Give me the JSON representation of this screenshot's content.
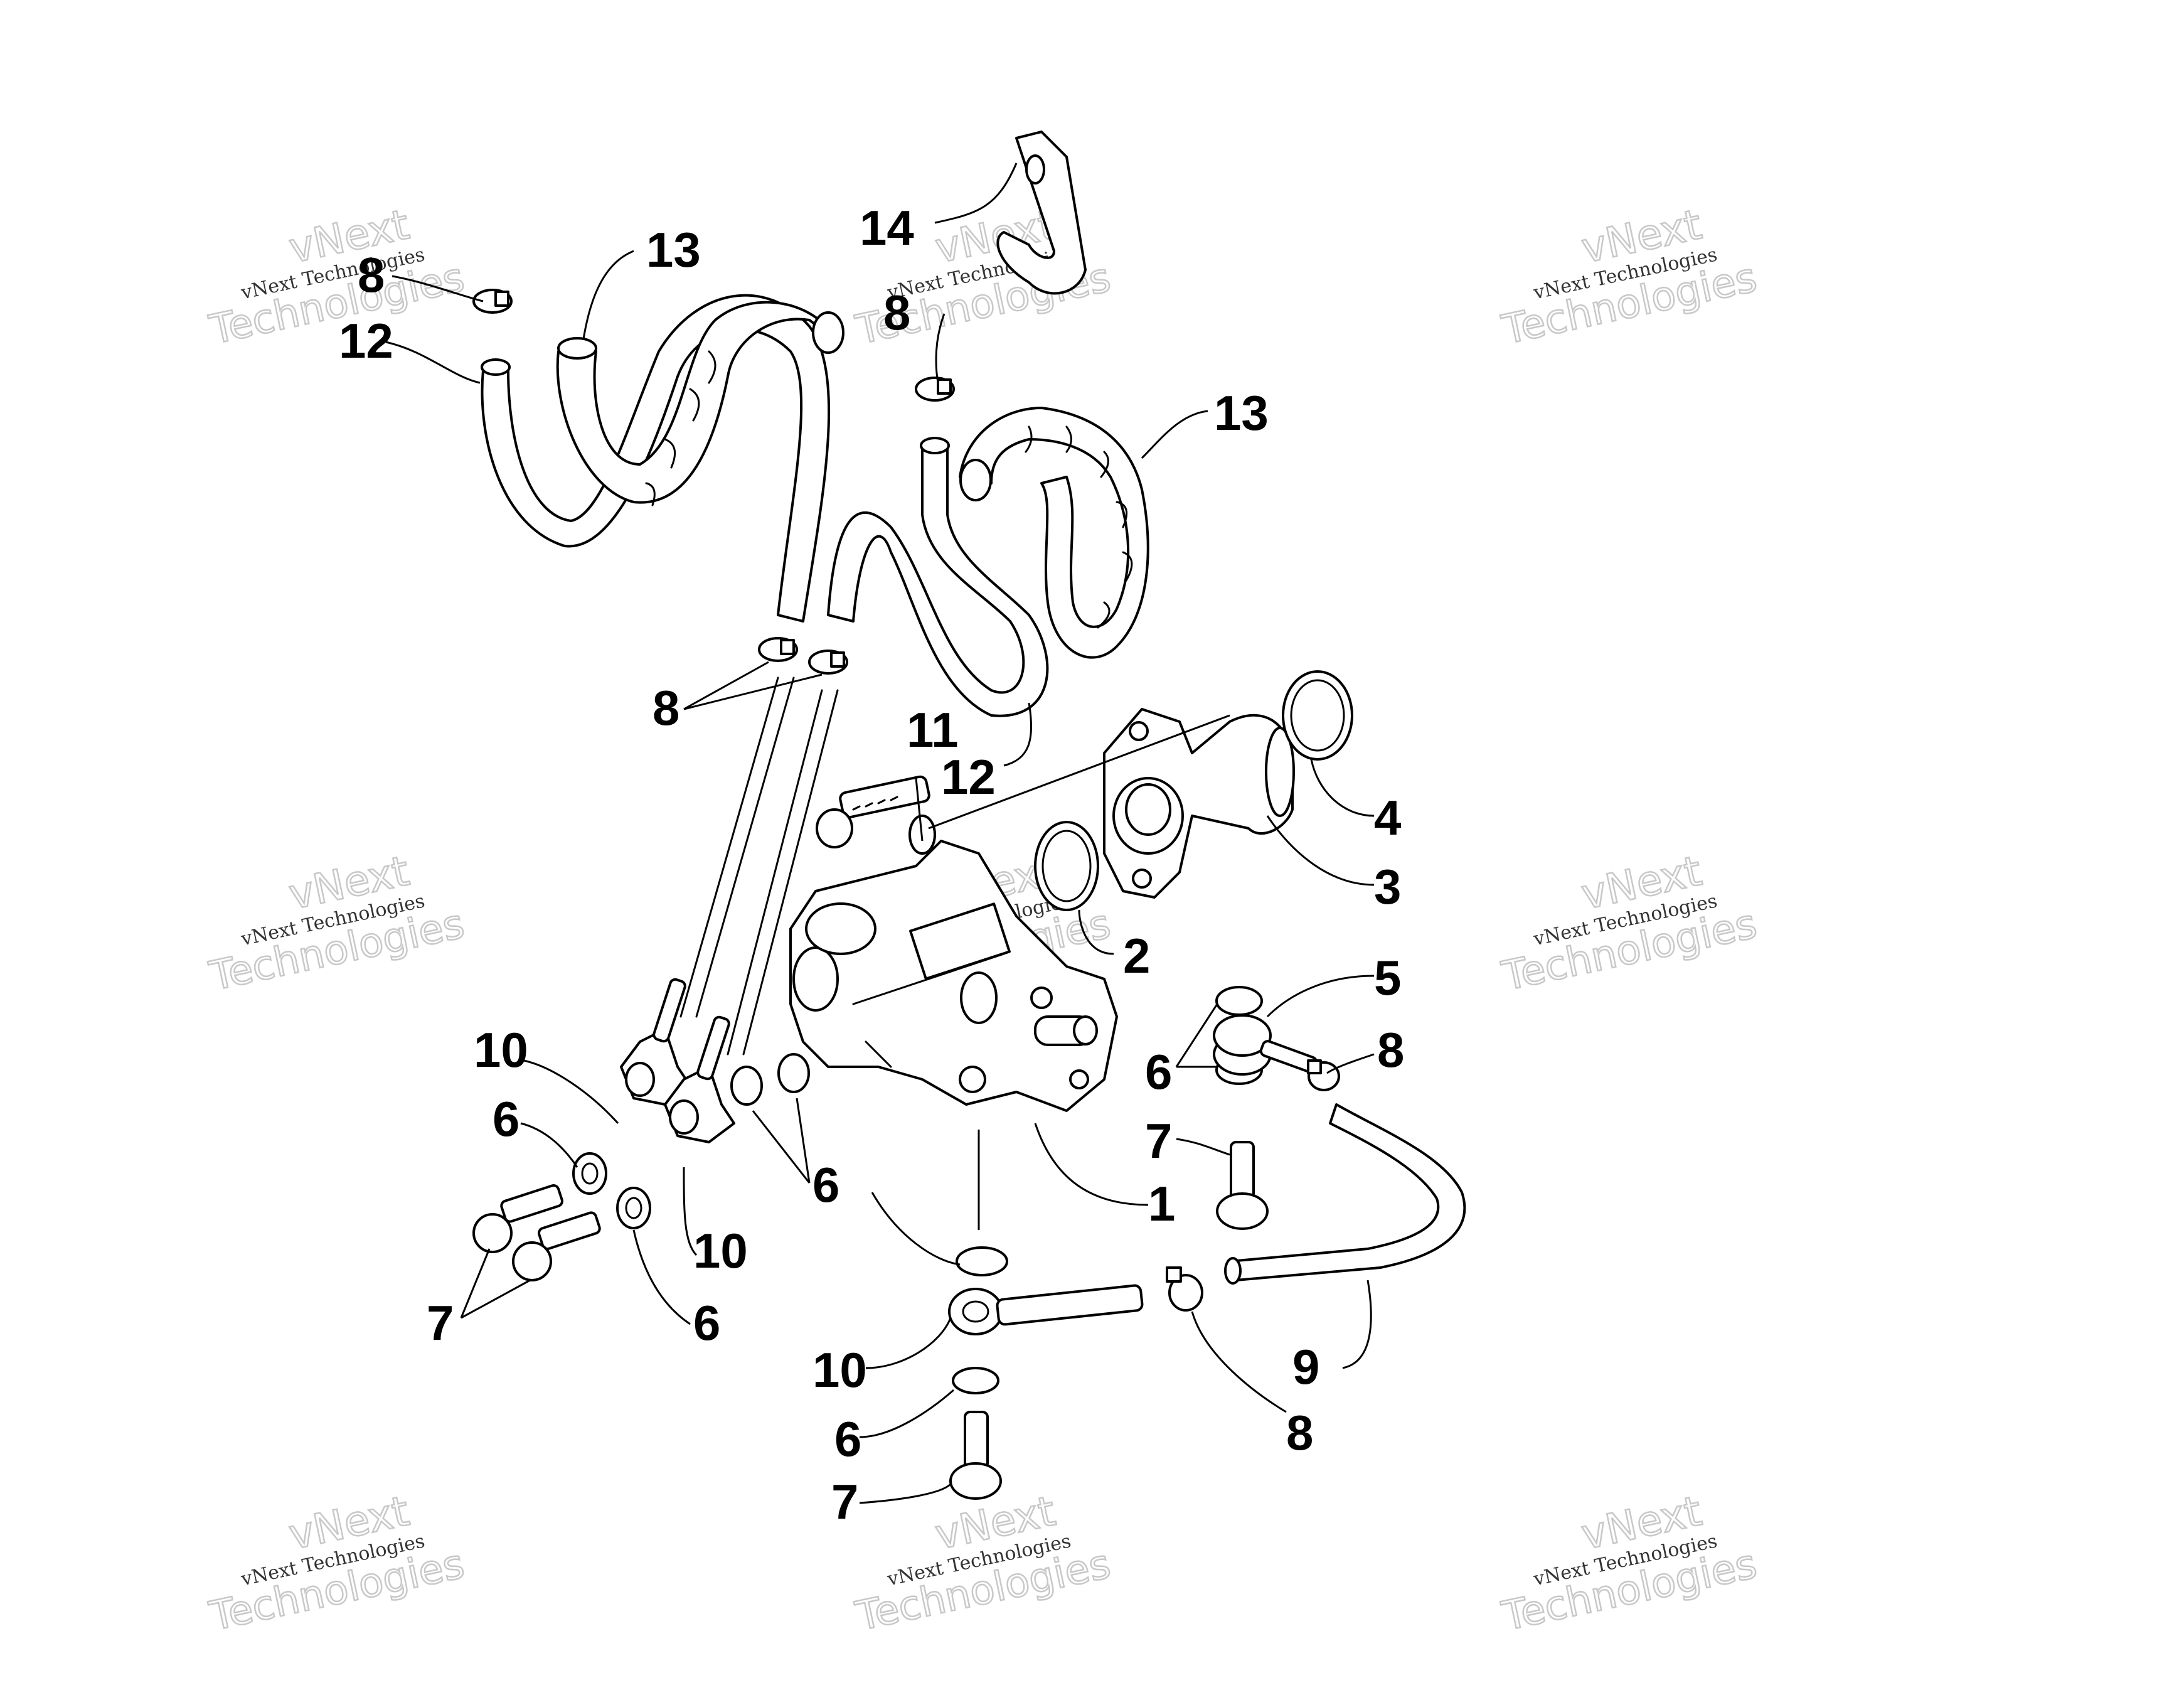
{
  "diagram": {
    "callouts": [
      "1",
      "2",
      "3",
      "4",
      "5",
      "6",
      "7",
      "8",
      "9",
      "10",
      "11",
      "12",
      "13",
      "14"
    ],
    "callout_instances": [
      {
        "id": "14",
        "text": "14"
      },
      {
        "id": "8a",
        "text": "8"
      },
      {
        "id": "13a",
        "text": "13"
      },
      {
        "id": "12a",
        "text": "12"
      },
      {
        "id": "8b",
        "text": "8"
      },
      {
        "id": "13b",
        "text": "13"
      },
      {
        "id": "8c",
        "text": "8"
      },
      {
        "id": "11",
        "text": "11"
      },
      {
        "id": "12b",
        "text": "12"
      },
      {
        "id": "4",
        "text": "4"
      },
      {
        "id": "3",
        "text": "3"
      },
      {
        "id": "2",
        "text": "2"
      },
      {
        "id": "5",
        "text": "5"
      },
      {
        "id": "10a",
        "text": "10"
      },
      {
        "id": "6a",
        "text": "6"
      },
      {
        "id": "8d",
        "text": "8"
      },
      {
        "id": "7a",
        "text": "7"
      },
      {
        "id": "6b",
        "text": "6"
      },
      {
        "id": "1",
        "text": "1"
      },
      {
        "id": "10b",
        "text": "10"
      },
      {
        "id": "6c",
        "text": "6"
      },
      {
        "id": "7b",
        "text": "7"
      },
      {
        "id": "6d",
        "text": "6"
      },
      {
        "id": "10c",
        "text": "10"
      },
      {
        "id": "9",
        "text": "9"
      },
      {
        "id": "8e",
        "text": "8"
      },
      {
        "id": "6e",
        "text": "6"
      },
      {
        "id": "7c",
        "text": "7"
      }
    ]
  },
  "watermark": {
    "line1": "vNext",
    "line2": "vNext Technologies",
    "line3": "Technologies"
  }
}
